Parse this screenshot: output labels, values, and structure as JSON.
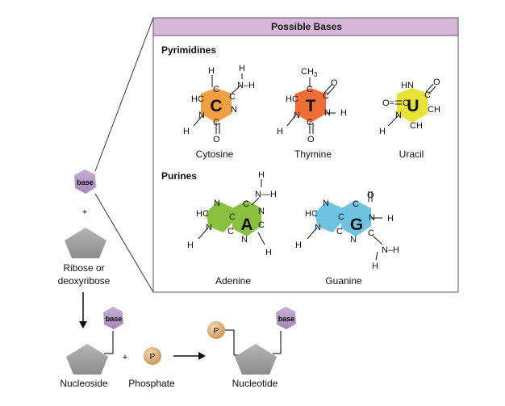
{
  "panel": {
    "title": "Possible Bases",
    "pyrimidines_label": "Pyrimidines",
    "purines_label": "Purines",
    "header_color": "#d6b7da"
  },
  "bases": {
    "cytosine": {
      "letter": "C",
      "name": "Cytosine",
      "color": "#f0a040"
    },
    "thymine": {
      "letter": "T",
      "name": "Thymine",
      "color": "#ee6e36"
    },
    "uracil": {
      "letter": "U",
      "name": "Uracil",
      "color": "#e6e335"
    },
    "adenine": {
      "letter": "A",
      "name": "Adenine",
      "color": "#8bbf3f"
    },
    "guanine": {
      "letter": "G",
      "name": "Guanine",
      "color": "#6ec3e0"
    }
  },
  "atoms": {
    "H": "H",
    "C": "C",
    "N": "N",
    "O": "O",
    "NH": "N–H",
    "NH_long": "N—H",
    "HC": "HC",
    "HN": "HN",
    "CH": "CH",
    "CH3": "CH",
    "three": "3",
    "Oeq": "O="
  },
  "left": {
    "base_label": "base",
    "plus": "+",
    "sugar_label_1": "Ribose or",
    "sugar_label_2": "deoxyribose"
  },
  "bottom": {
    "nucleoside_label": "Nucleoside",
    "plus": "+",
    "phosphate_label": "Phosphate",
    "phosphate_symbol": "P",
    "nucleotide_label": "Nucleotide",
    "base_label": "base"
  },
  "colors": {
    "base_hex": "#b79bc9",
    "sugar": "#9a9a9a",
    "phosphate": "#e0b27c"
  }
}
